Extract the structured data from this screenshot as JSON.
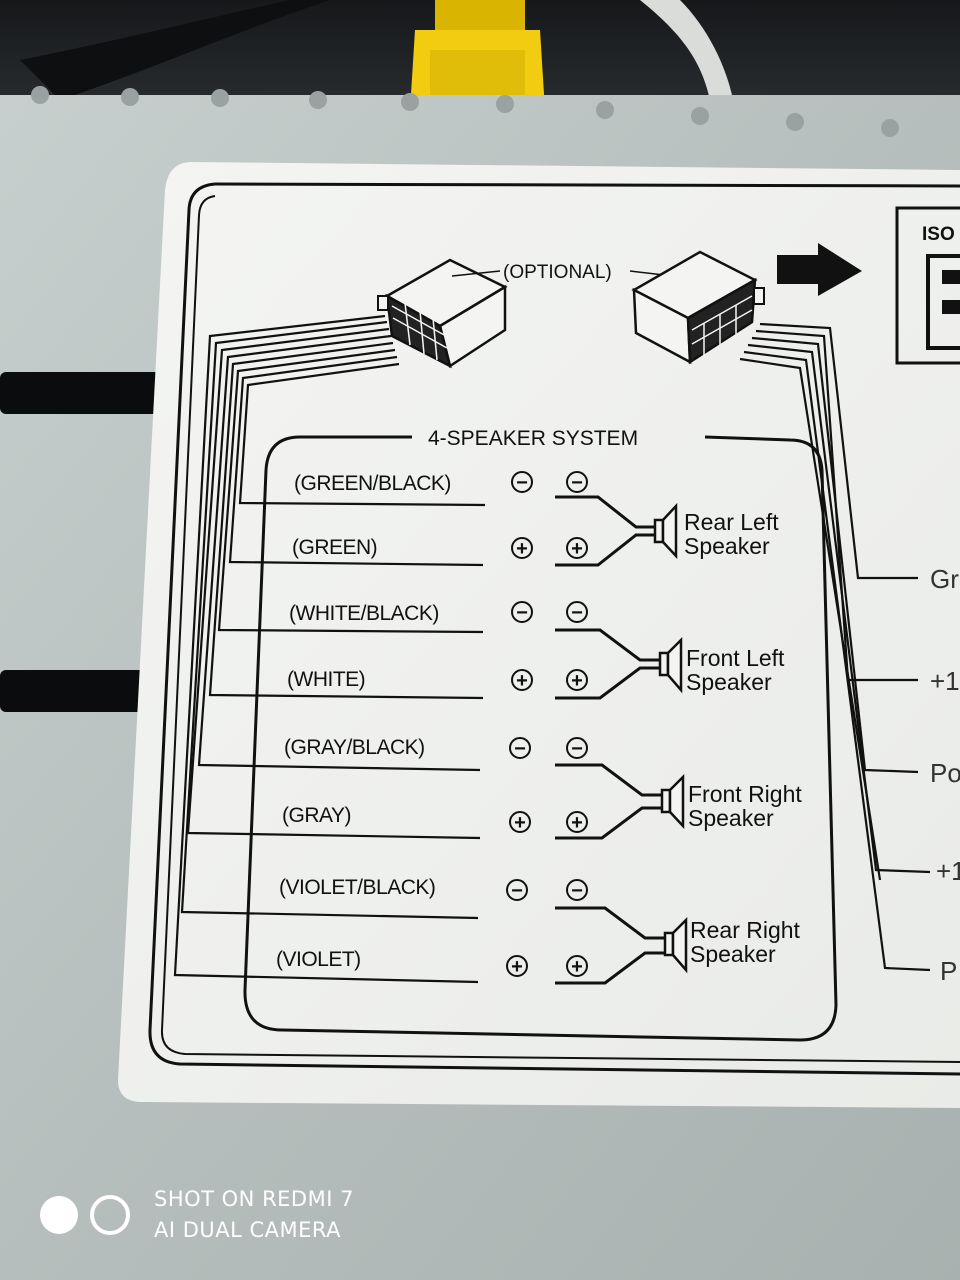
{
  "label": {
    "optional": "(OPTIONAL)",
    "system_title": "4-SPEAKER SYSTEM",
    "iso_label": "ISO"
  },
  "wires": [
    {
      "label": "(GREEN/BLACK)",
      "sign": "−"
    },
    {
      "label": "(GREEN)",
      "sign": "+"
    },
    {
      "label": "(WHITE/BLACK)",
      "sign": "−"
    },
    {
      "label": "(WHITE)",
      "sign": "+"
    },
    {
      "label": "(GRAY/BLACK)",
      "sign": "−"
    },
    {
      "label": "(GRAY)",
      "sign": "+"
    },
    {
      "label": "(VIOLET/BLACK)",
      "sign": "−"
    },
    {
      "label": "(VIOLET)",
      "sign": "+"
    }
  ],
  "speakers": [
    {
      "line1": "Rear Left",
      "line2": "Speaker"
    },
    {
      "line1": "Front Left",
      "line2": "Speaker"
    },
    {
      "line1": "Front Right",
      "line2": "Speaker"
    },
    {
      "line1": "Rear Right",
      "line2": "Speaker"
    }
  ],
  "right_side_labels": [
    "Gr",
    "+1",
    "Po",
    "+1",
    "P"
  ],
  "watermark": {
    "line1": "SHOT ON REDMI 7",
    "line2": "AI DUAL CAMERA"
  }
}
